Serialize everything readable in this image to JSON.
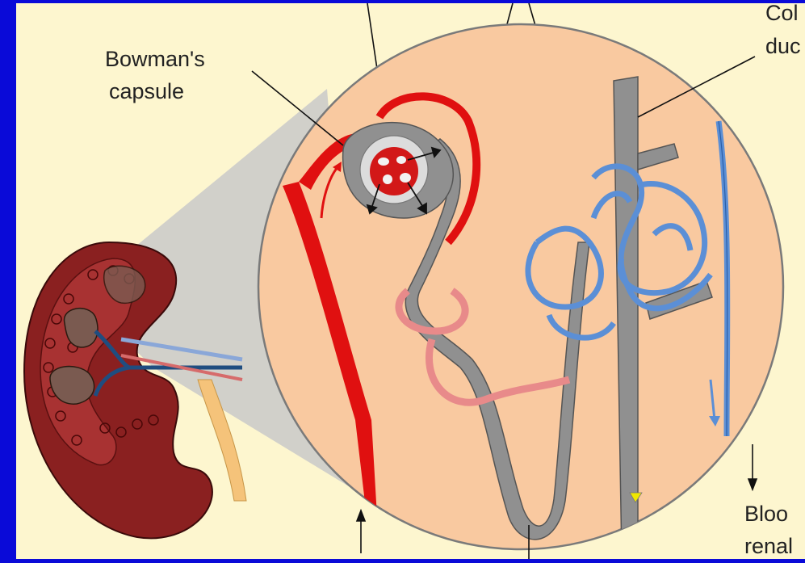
{
  "labels": {
    "bowmans_line1": "Bowman's",
    "bowmans_line2": "capsule",
    "collecting_line1": "Col",
    "collecting_line2": "duc",
    "blood_line1": "Bloo",
    "blood_line2": "renal"
  },
  "colors": {
    "border": "#0a0ad8",
    "background": "#fdf6cf",
    "inset_fill": "#f9c9a0",
    "artery": "#e01010",
    "vein": "#5b8fd6",
    "tubule": "#909090",
    "kidney": "#8a2020"
  }
}
